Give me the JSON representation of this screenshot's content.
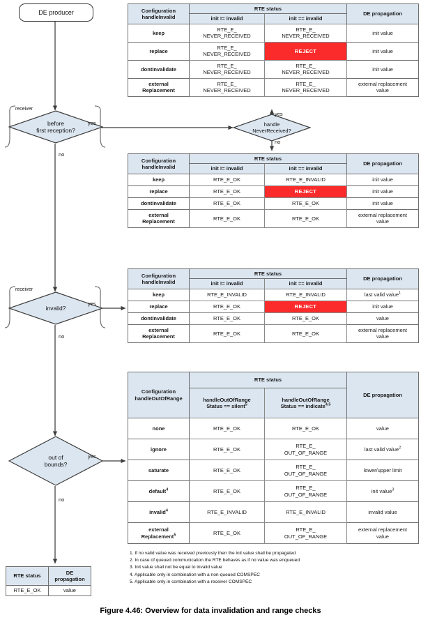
{
  "caption": "Figure 4.46: Overview for data invalidation and range checks",
  "colors": {
    "header_fill": "#dce6f0",
    "reject_fill": "#fb2b2b",
    "diamond_fill": "#dce6f0",
    "border": "#8a8a8a",
    "line": "#3c3c3c"
  },
  "flow": {
    "start_node": "DE producer",
    "decision_before_first_reception": "before\nfirst reception?",
    "decision_before_first_reception_line1": "before",
    "decision_before_first_reception_line2": "first reception?",
    "decision_handle_never_received_line1": "handle",
    "decision_handle_never_received_line2": "NeverReceived?",
    "decision_invalid": "invalid?",
    "decision_out_of_bounds_line1": "out of",
    "decision_out_of_bounds_line2": "bounds?",
    "bracket_label_1": "receiver",
    "bracket_label_2": "receiver",
    "yes_1": "yes",
    "no_1": "no",
    "yes_hnr": "yes",
    "no_hnr": "no",
    "yes_2": "yes",
    "no_2": "no",
    "yes_3": "yes",
    "no_3": "no"
  },
  "table_never_received": {
    "col_config": "Configuration\nhandleInvalid",
    "col_config_line1": "Configuration",
    "col_config_line2": "handleInvalid",
    "col_rte_status": "RTE status",
    "col_de_propagation": "DE propagation",
    "sub_left": "init != invalid",
    "sub_right": "init == invalid",
    "rows": [
      {
        "config": "keep",
        "left": "RTE_E_\nNEVER_RECEIVED",
        "left_l1": "RTE_E_",
        "left_l2": "NEVER_RECEIVED",
        "right_l1": "RTE_E_",
        "right_l2": "NEVER_RECEIVED",
        "right_reject": false,
        "de": "init value"
      },
      {
        "config": "replace",
        "left_l1": "RTE_E_",
        "left_l2": "NEVER_RECEIVED",
        "right_l1": "REJECT",
        "right_l2": "",
        "right_reject": true,
        "de": "init value"
      },
      {
        "config": "dontInvalidate",
        "left_l1": "RTE_E_",
        "left_l2": "NEVER_RECEIVED",
        "right_l1": "RTE_E_",
        "right_l2": "NEVER_RECEIVED",
        "right_reject": false,
        "de": "init value"
      },
      {
        "config": "external\nReplacement",
        "config_l1": "external",
        "config_l2": "Replacement",
        "left_l1": "RTE_E_",
        "left_l2": "NEVER_RECEIVED",
        "right_l1": "RTE_E_",
        "right_l2": "NEVER_RECEIVED",
        "right_reject": false,
        "de_l1": "external replacement",
        "de_l2": "value"
      }
    ]
  },
  "table_invalid_init": {
    "col_config_line1": "Configuration",
    "col_config_line2": "handleInvalid",
    "col_rte_status": "RTE status",
    "col_de_propagation": "DE propagation",
    "sub_left": "init != invalid",
    "sub_right": "init == invalid",
    "rows": [
      {
        "config": "keep",
        "left": "RTE_E_OK",
        "right": "RTE_E_INVALID",
        "right_reject": false,
        "de": "init value"
      },
      {
        "config": "replace",
        "left": "RTE_E_OK",
        "right": "REJECT",
        "right_reject": true,
        "de": "init value"
      },
      {
        "config": "dontInvalidate",
        "left": "RTE_E_OK",
        "right": "RTE_E_OK",
        "right_reject": false,
        "de": "init value"
      },
      {
        "config_l1": "external",
        "config_l2": "Replacement",
        "left": "RTE_E_OK",
        "right": "RTE_E_OK",
        "right_reject": false,
        "de_l1": "external replacement",
        "de_l2": "value"
      }
    ]
  },
  "table_invalid": {
    "col_config_line1": "Configuration",
    "col_config_line2": "handleInvalid",
    "col_rte_status": "RTE status",
    "col_de_propagation": "DE propagation",
    "sub_left": "init != invalid",
    "sub_right": "init == invalid",
    "rows": [
      {
        "config": "keep",
        "left": "RTE_E_INVALID",
        "right": "RTE_E_INVALID",
        "right_reject": false,
        "de": "last valid value",
        "de_sup": "1"
      },
      {
        "config": "replace",
        "left": "RTE_E_OK",
        "right": "REJECT",
        "right_reject": true,
        "de": "init value"
      },
      {
        "config": "dontInvalidate",
        "left": "RTE_E_OK",
        "right": "RTE_E_OK",
        "right_reject": false,
        "de": "value"
      },
      {
        "config_l1": "external",
        "config_l2": "Replacement",
        "left": "RTE_E_OK",
        "right": "RTE_E_OK",
        "right_reject": false,
        "de_l1": "external replacement",
        "de_l2": "value"
      }
    ]
  },
  "table_out_of_range": {
    "col_config_line1": "Configuration",
    "col_config_line2": "handleOutOfRange",
    "col_rte_status": "RTE status",
    "col_de_propagation": "DE propagation",
    "sub_left_l1": "handleOutOfRange",
    "sub_left_l2": "Status == silent",
    "sub_left_sup": "5",
    "sub_right_l1": "handleOutOfRange",
    "sub_right_l2": "Status == indicate",
    "sub_right_sup": "4,5",
    "rows": [
      {
        "config": "none",
        "left": "RTE_E_OK",
        "right_l1": "RTE_E_OK",
        "right_l2": "",
        "de": "value"
      },
      {
        "config": "ignore",
        "left": "RTE_E_OK",
        "right_l1": "RTE_E_",
        "right_l2": "OUT_OF_RANGE",
        "de": "last valid value",
        "de_sup": "2"
      },
      {
        "config": "saturate",
        "left": "RTE_E_OK",
        "right_l1": "RTE_E_",
        "right_l2": "OUT_OF_RANGE",
        "de": "lower/upper limit"
      },
      {
        "config": "default",
        "config_sup": "4",
        "left": "RTE_E_OK",
        "right_l1": "RTE_E_",
        "right_l2": "OUT_OF_RANGE",
        "de": "init value",
        "de_sup": "3"
      },
      {
        "config": "invalid",
        "config_sup": "4",
        "left": "RTE_E_INVALID",
        "right_l1": "RTE_E_INVALID",
        "right_l2": "",
        "de": "invalid value"
      },
      {
        "config_l1": "external",
        "config_l2": "Replacement",
        "config_sup": "5",
        "left": "RTE_E_OK",
        "right_l1": "RTE_E_",
        "right_l2": "OUT_OF_RANGE",
        "de_l1": "external replacement",
        "de_l2": "value"
      }
    ]
  },
  "table_ok": {
    "col_rte_status": "RTE status",
    "col_de_propagation_l1": "DE",
    "col_de_propagation_l2": "propagation",
    "rows": [
      {
        "rte": "RTE_E_OK",
        "de": "value"
      }
    ]
  },
  "footnotes": [
    "1. If no valid value was received previously then the init value shall be propagated",
    "2. In case of queued communication the RTE behaves as if no value was enqueued",
    "3. Init value shall not be equal to invalid value",
    "4. Applicable only in combination with a non-queued COMSPEC",
    "5. Applicable only in combination with a receiver COMSPEC"
  ]
}
